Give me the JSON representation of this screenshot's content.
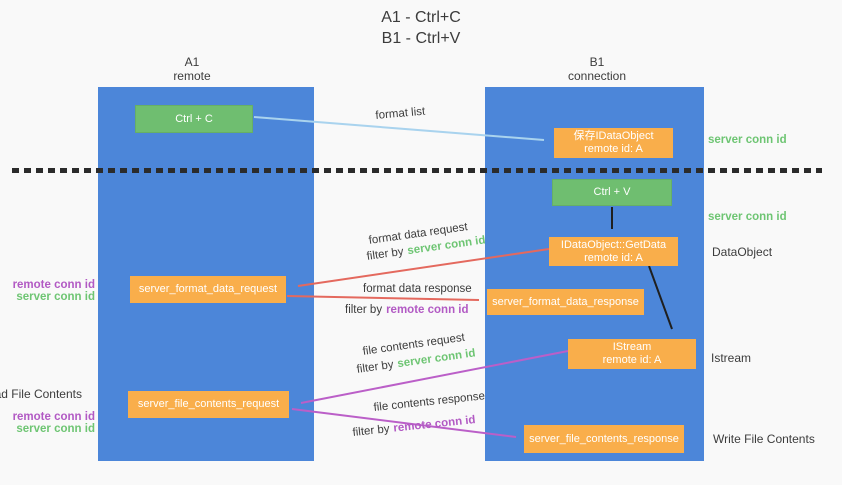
{
  "title": {
    "line1": "A1 - Ctrl+C",
    "line2": "B1 - Ctrl+V"
  },
  "lanes": {
    "a": {
      "title": "A1",
      "subtitle": "remote"
    },
    "b": {
      "title": "B1",
      "subtitle": "connection"
    }
  },
  "nodes": {
    "ctrl_c": {
      "label": "Ctrl + C"
    },
    "save_idataobject": {
      "line1": "保存IDataObject",
      "line2": "remote id: A"
    },
    "ctrl_v": {
      "label": "Ctrl + V"
    },
    "idataobject_getdata": {
      "line1": "IDataObject::GetData",
      "line2": "remote id: A"
    },
    "server_format_data_request": {
      "label": "server_format_data_request"
    },
    "server_format_data_response": {
      "label": "server_format_data_response"
    },
    "istream": {
      "line1": "IStream",
      "line2": "remote id: A"
    },
    "server_file_contents_request": {
      "label": "server_file_contents_request"
    },
    "server_file_contents_response": {
      "label": "server_file_contents_response"
    }
  },
  "edge_labels": {
    "format_list": "format list",
    "format_data_request": "format data request",
    "format_data_response": "format data response",
    "file_contents_request": "file contents request",
    "file_contents_response": "file contents response",
    "filter_by": "filter by",
    "server_conn_id": "server conn id",
    "remote_conn_id": "remote conn id"
  },
  "side_labels": {
    "right": {
      "server_conn_id_top": "server conn id",
      "server_conn_id_mid": "server conn id",
      "dataobject": "DataObject",
      "istream": "Istream",
      "write_file_contents": "Write File Contents"
    },
    "left": {
      "remote_conn_id_top": "remote conn id",
      "server_conn_id_top": "server conn id",
      "read_file_contents": "Read File Contents",
      "remote_conn_id_bottom": "remote conn id",
      "server_conn_id_bottom": "server conn id"
    }
  },
  "colors": {
    "bg": "#f9f9f9",
    "lane-blue": "#4c86d9",
    "node-orange": "#f9ae4b",
    "node-green": "#6fbe70",
    "ink": "#3c3c3c",
    "label-green": "#6ec573",
    "label-purple": "#b25ac4",
    "arrow-blue": "#a9d3ee",
    "arrow-red": "#e4695e",
    "arrow-magenta": "#bb5fc8",
    "arrow-black": "#1f1f1f",
    "dash": "#2b2b2b"
  }
}
